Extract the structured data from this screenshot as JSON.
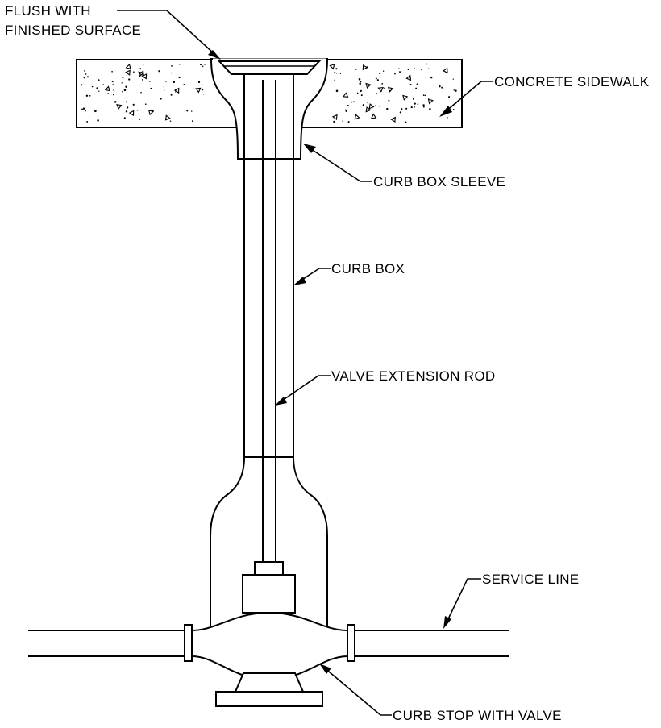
{
  "labels": {
    "flush_line1": "FLUSH WITH",
    "flush_line2": "FINISHED SURFACE",
    "concrete_sidewalk": "CONCRETE SIDEWALK",
    "curb_box_sleeve": "CURB BOX SLEEVE",
    "curb_box": "CURB BOX",
    "valve_extension_rod": "VALVE EXTENSION ROD",
    "service_line": "SERVICE LINE",
    "curb_stop_with_valve": "CURB STOP WITH VALVE"
  }
}
